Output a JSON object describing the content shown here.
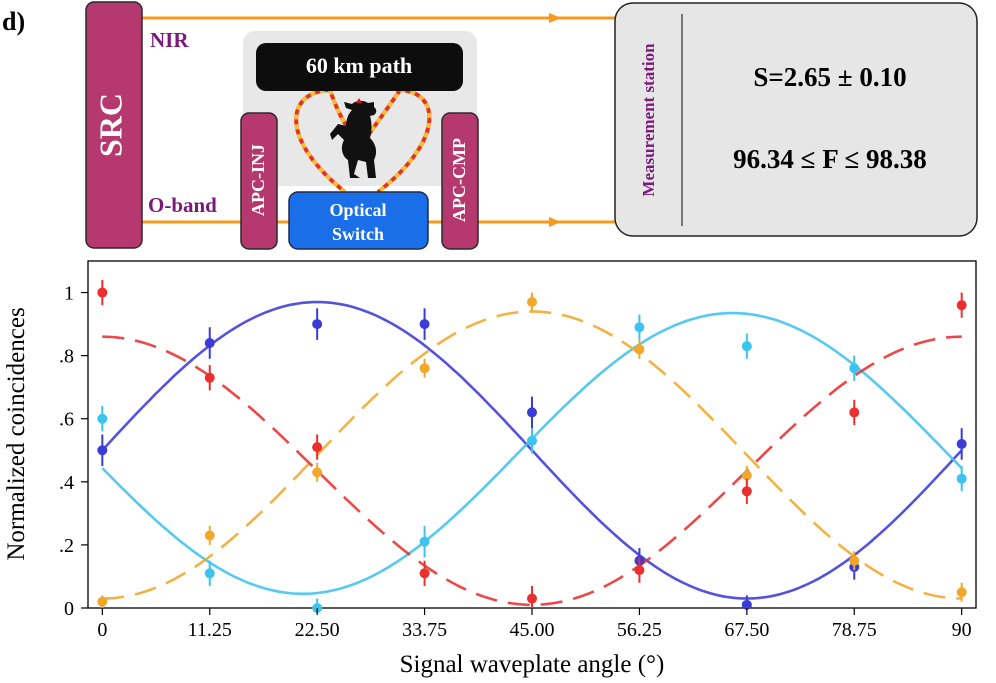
{
  "panel_label": "d)",
  "diagram": {
    "source_label": "SRC",
    "nir_label": "NIR",
    "oband_label": "O-band",
    "path_label": "60 km path",
    "apc_inj_label": "APC-INJ",
    "apc_cmp_label": "APC-CMP",
    "switch_line1": "Optical",
    "switch_line2": "Switch",
    "station_label": "Measurement station",
    "s_value": "S=2.65 ± 0.10",
    "f_value": "96.34 ≤ F ≤ 98.38",
    "colors": {
      "src_fill": "#b5396e",
      "beam": "#f59a1b",
      "text_purple": "#7a1a7a",
      "switch_fill": "#1a6fe8",
      "station_fill": "#e6e6e6",
      "path_box": "#0d0d0d",
      "fiber_red": "#e8321f",
      "fiber_gold": "#f2c12e"
    },
    "icons": [
      "berlin-bear-icon",
      "arrow-icon"
    ]
  },
  "chart_data": {
    "type": "scatter",
    "xlabel": "Signal waveplate angle  (°)",
    "ylabel": "Normalized coincidences",
    "xlim": [
      -1.5,
      91.5
    ],
    "ylim": [
      0,
      1.1
    ],
    "xticks": [
      0,
      11.25,
      22.5,
      33.75,
      45,
      56.25,
      67.5,
      78.75,
      90
    ],
    "xtick_labels": [
      "0",
      "11.25",
      "22.50",
      "33.75",
      "45.00",
      "56.25",
      "67.50",
      "78.75",
      "90"
    ],
    "yticks": [
      0,
      0.2,
      0.4,
      0.6,
      0.8,
      1.0
    ],
    "ytick_labels": [
      "0",
      ".2",
      ".4",
      ".6",
      ".8",
      "1"
    ],
    "grid": false,
    "x": [
      0,
      11.25,
      22.5,
      33.75,
      45,
      56.25,
      67.5,
      78.75,
      90
    ],
    "series": [
      {
        "color": "#3b3bd6",
        "fit_style": "solid",
        "values": [
          0.5,
          0.84,
          0.9,
          0.9,
          0.62,
          0.15,
          0.01,
          0.13,
          0.52
        ],
        "errors": [
          0.05,
          0.05,
          0.05,
          0.05,
          0.05,
          0.04,
          0.03,
          0.04,
          0.05
        ],
        "fit": {
          "offset": 0.5,
          "amplitude": 0.47,
          "phase_deg": 22.5
        }
      },
      {
        "color": "#3cc3f0",
        "fit_style": "solid",
        "values": [
          0.6,
          0.11,
          0.0,
          0.21,
          0.53,
          0.89,
          0.83,
          0.76,
          0.41
        ],
        "errors": [
          0.04,
          0.04,
          0.03,
          0.05,
          0.04,
          0.04,
          0.04,
          0.04,
          0.04
        ],
        "fit": {
          "offset": 0.49,
          "amplitude": 0.445,
          "phase_deg": 66.0
        }
      },
      {
        "color": "#f0a82a",
        "fit_style": "dashed",
        "values": [
          0.02,
          0.23,
          0.43,
          0.76,
          0.97,
          0.82,
          0.42,
          0.15,
          0.05
        ],
        "errors": [
          0.02,
          0.03,
          0.03,
          0.03,
          0.03,
          0.03,
          0.03,
          0.03,
          0.03
        ],
        "fit": {
          "offset": 0.485,
          "amplitude": 0.455,
          "phase_deg": 45.0
        }
      },
      {
        "color": "#ea2f2f",
        "fit_style": "dashed",
        "values": [
          1.0,
          0.73,
          0.51,
          0.11,
          0.03,
          0.12,
          0.37,
          0.62,
          0.96
        ],
        "errors": [
          0.04,
          0.04,
          0.04,
          0.04,
          0.04,
          0.04,
          0.04,
          0.04,
          0.04
        ],
        "fit": {
          "offset": 0.435,
          "amplitude": 0.425,
          "phase_deg": 0.0
        }
      }
    ]
  }
}
